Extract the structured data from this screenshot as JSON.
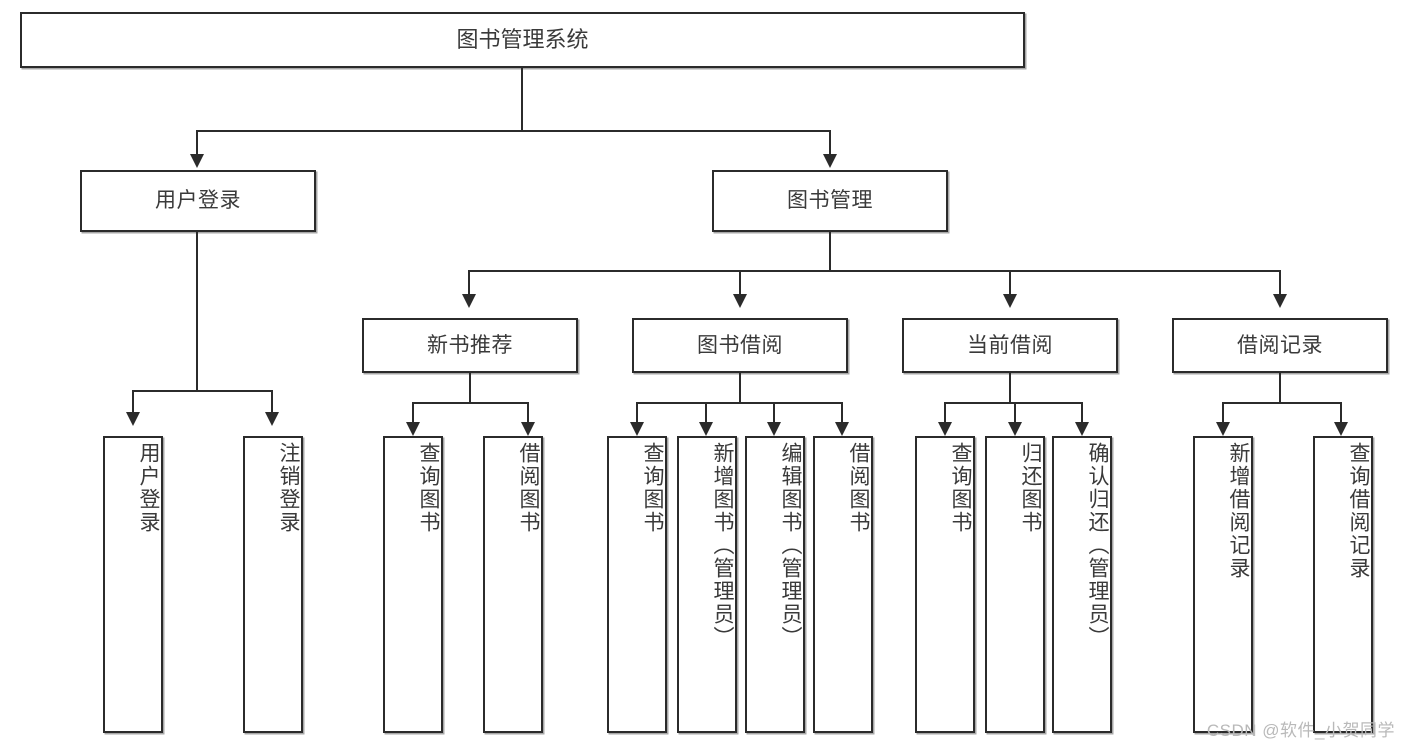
{
  "diagram": {
    "title": "图书管理系统",
    "watermark": "CSDN @软件_小贺同学",
    "nodes": {
      "root": "图书管理系统",
      "level2": [
        {
          "id": "user-login",
          "label": "用户登录"
        },
        {
          "id": "book-management",
          "label": "图书管理"
        }
      ],
      "level3": [
        {
          "id": "new-book-recommend",
          "label": "新书推荐"
        },
        {
          "id": "book-borrow",
          "label": "图书借阅"
        },
        {
          "id": "current-borrow",
          "label": "当前借阅"
        },
        {
          "id": "borrow-record",
          "label": "借阅记录"
        }
      ],
      "leaves": {
        "user-login": [
          {
            "id": "leaf-user-login",
            "label": "用户登录"
          },
          {
            "id": "leaf-logout-login",
            "label": "注销登录"
          }
        ],
        "new-book-recommend": [
          {
            "id": "leaf-query-book-1",
            "label": "查询图书"
          },
          {
            "id": "leaf-borrow-book-1",
            "label": "借阅图书"
          }
        ],
        "book-borrow": [
          {
            "id": "leaf-query-book-2",
            "label": "查询图书"
          },
          {
            "id": "leaf-add-book",
            "label": "新增图书（管理员）"
          },
          {
            "id": "leaf-edit-book",
            "label": "编辑图书（管理员）"
          },
          {
            "id": "leaf-borrow-book-2",
            "label": "借阅图书"
          }
        ],
        "current-borrow": [
          {
            "id": "leaf-query-book-3",
            "label": "查询图书"
          },
          {
            "id": "leaf-return-book",
            "label": "归还图书"
          },
          {
            "id": "leaf-confirm-return",
            "label": "确认归还（管理员）"
          }
        ],
        "borrow-record": [
          {
            "id": "leaf-add-record",
            "label": "新增借阅记录"
          },
          {
            "id": "leaf-query-record",
            "label": "查询借阅记录"
          }
        ]
      }
    },
    "colors": {
      "stroke": "#2b2b2b",
      "text": "#3a3a3a",
      "background": "#ffffff",
      "watermark": "#b9b9b9"
    }
  }
}
